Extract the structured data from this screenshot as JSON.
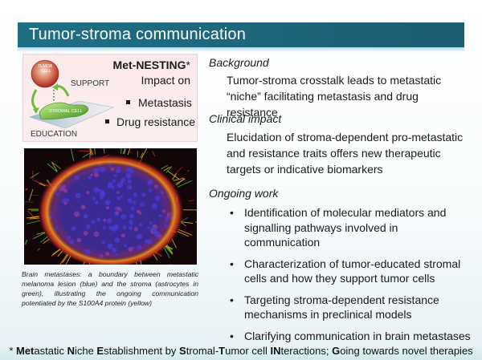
{
  "slide": {
    "title": "Tumor-stroma communication"
  },
  "met_panel": {
    "title_bold": "Met-NESTING",
    "title_star": "*",
    "subtitle": "Impact on",
    "bullets": [
      "Metastasis",
      "Drug resistance"
    ],
    "diagram": {
      "tumor_label": "TUMOR CELL",
      "stromal_label": "STROMAL CELL",
      "support_label": "SUPPORT",
      "education_label": "EDUCATION"
    }
  },
  "micrograph": {
    "caption": "Brain metastases: a boundary between metastatic melanoma lesion (blue) and the stroma (astrocytes in green), illustrating the ongoing communication potentiated by the S100A4 protein (yellow)"
  },
  "sections": {
    "background": {
      "heading": "Background",
      "text_lines": [
        "Tumor-stroma crosstalk leads to metastatic",
        "“niche” facilitating metastasis and drug resistance"
      ]
    },
    "clinical": {
      "heading": "Clinical impact",
      "text_lines": [
        "Elucidation of stroma-dependent pro-metastatic",
        "and resistance traits offers new therapeutic",
        "targets or indicative biomarkers"
      ]
    },
    "ongoing": {
      "heading": "Ongoing work",
      "items": [
        "Identification of molecular mediators and signalling pathways involved in communication",
        "Characterization of tumor-educated stromal cells and how they support tumor cells",
        "Targeting stroma-dependent resistance mechanisms in preclinical models",
        "Clarifying communication in brain metastases"
      ]
    }
  },
  "footer": {
    "parts": [
      {
        "text": "* ",
        "bold": false
      },
      {
        "text": "Met",
        "bold": true
      },
      {
        "text": "astatic ",
        "bold": false
      },
      {
        "text": "N",
        "bold": true
      },
      {
        "text": "iche ",
        "bold": false
      },
      {
        "text": "E",
        "bold": true
      },
      {
        "text": "stablishment by ",
        "bold": false
      },
      {
        "text": "S",
        "bold": true
      },
      {
        "text": "tromal-",
        "bold": false
      },
      {
        "text": "T",
        "bold": true
      },
      {
        "text": "umor cell ",
        "bold": false
      },
      {
        "text": "IN",
        "bold": true
      },
      {
        "text": "teractions; ",
        "bold": false
      },
      {
        "text": "G",
        "bold": true
      },
      {
        "text": "oing towards novel therapies",
        "bold": false
      }
    ]
  },
  "colors": {
    "title_bar": "#1f6f84",
    "tumor_cell": "#c0392b",
    "stromal_cell": "#6fbf3a",
    "panel_bg": "#fce9ea"
  }
}
